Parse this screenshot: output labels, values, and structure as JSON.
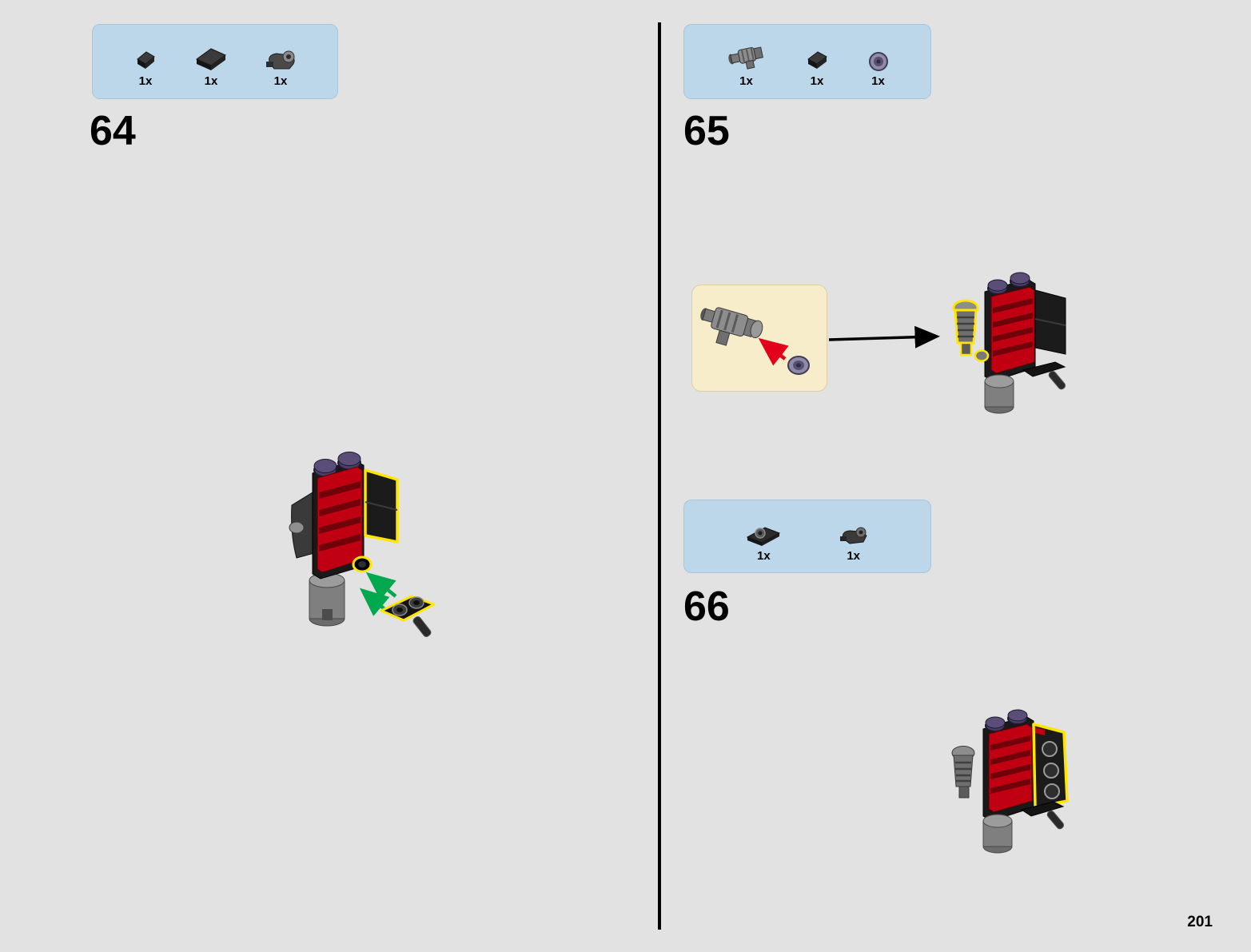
{
  "page": {
    "number": "201"
  },
  "colors": {
    "background": "#e2e2e2",
    "parts_box_fill": "#bdd7ea",
    "detail_box_fill": "#f8edca",
    "highlight_outline": "#ffe600",
    "green_arrow": "#00a84e",
    "red_arrow": "#e2001a",
    "brick_red": "#c00012",
    "divider": "#000000"
  },
  "steps": [
    {
      "number": "64",
      "parts": [
        {
          "qty": "1x",
          "icon": "slope-brick-small-icon"
        },
        {
          "qty": "1x",
          "icon": "slope-brick-large-icon"
        },
        {
          "qty": "1x",
          "icon": "robot-arm-clip-icon"
        }
      ]
    },
    {
      "number": "65",
      "parts": [
        {
          "qty": "1x",
          "icon": "blaster-barrel-icon"
        },
        {
          "qty": "1x",
          "icon": "slope-brick-small-icon"
        },
        {
          "qty": "1x",
          "icon": "round-dish-icon"
        }
      ]
    },
    {
      "number": "66",
      "parts": [
        {
          "qty": "1x",
          "icon": "clip-plate-icon"
        },
        {
          "qty": "1x",
          "icon": "bar-clip-icon"
        }
      ]
    }
  ]
}
